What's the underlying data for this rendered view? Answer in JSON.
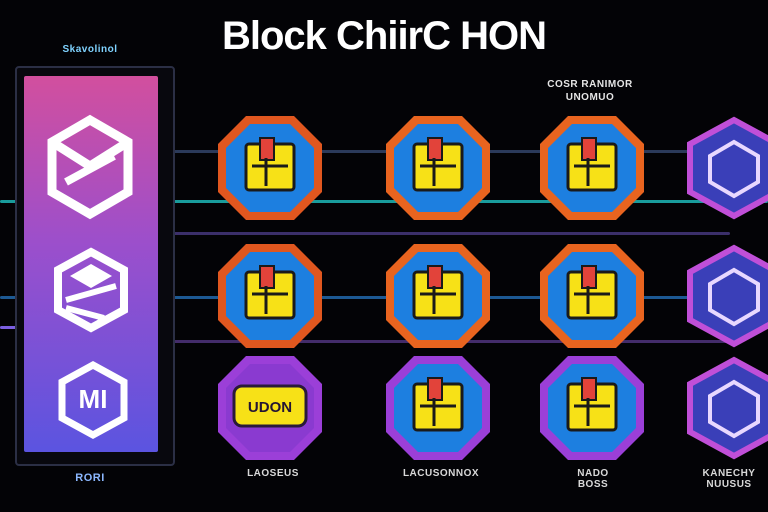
{
  "header": {
    "title": "Block ChiirC HON"
  },
  "left_panel": {
    "label": "Skavolinol",
    "footer_label": "RORI",
    "icons": [
      {
        "name": "cube-icon"
      },
      {
        "name": "layers-icon"
      },
      {
        "name": "mi-badge-icon",
        "text": "MI"
      }
    ]
  },
  "sub_header": {
    "line1": "COSR RANIMOR",
    "line2": "UNOMUO"
  },
  "grid": {
    "nodes": [
      {
        "row": 0,
        "col": 0,
        "icon": "document-icon"
      },
      {
        "row": 0,
        "col": 1,
        "icon": "document-icon"
      },
      {
        "row": 0,
        "col": 2,
        "icon": "document-icon"
      },
      {
        "row": 0,
        "col": 3,
        "icon": "hexagon-icon"
      },
      {
        "row": 1,
        "col": 0,
        "icon": "document-icon"
      },
      {
        "row": 1,
        "col": 1,
        "icon": "document-icon"
      },
      {
        "row": 1,
        "col": 2,
        "icon": "document-icon"
      },
      {
        "row": 1,
        "col": 3,
        "icon": "hexagon-icon"
      },
      {
        "row": 2,
        "col": 0,
        "icon": "label-icon",
        "text": "UDON"
      },
      {
        "row": 2,
        "col": 1,
        "icon": "document-icon"
      },
      {
        "row": 2,
        "col": 2,
        "icon": "document-icon"
      },
      {
        "row": 2,
        "col": 3,
        "icon": "hexagon-icon"
      }
    ],
    "captions": [
      {
        "line1": "LAOSEUS",
        "line2": ""
      },
      {
        "line1": "LACUSONNOX",
        "line2": ""
      },
      {
        "line1": "NADO",
        "line2": "BOSS"
      },
      {
        "line1": "KANECHY",
        "line2": "NUUSUS"
      }
    ]
  },
  "colors": {
    "background": "#030306",
    "accent_teal": "#19c9c9",
    "accent_purple": "#8a5bff",
    "tile_yellow": "#f7e117",
    "tile_blue": "#1d7fe0",
    "tile_red": "#e2433a"
  }
}
